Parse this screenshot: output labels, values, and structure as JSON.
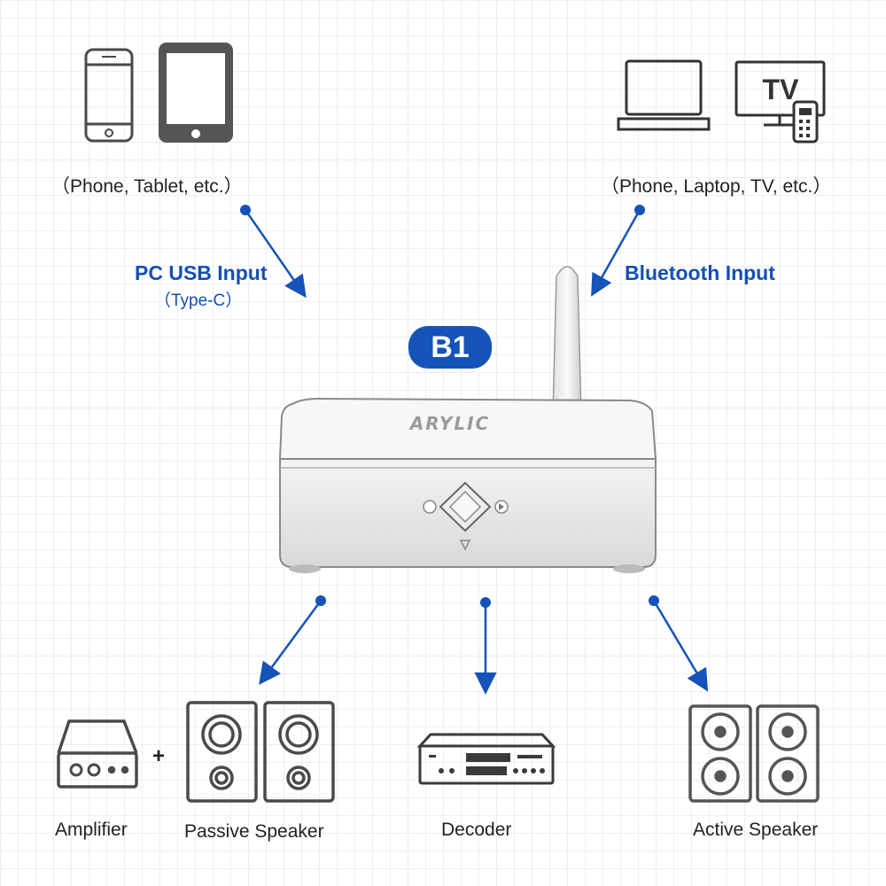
{
  "source_top_left": {
    "caption": "（Phone, Tablet, etc.）"
  },
  "source_top_right": {
    "caption": "（Phone, Laptop, TV, etc.）",
    "tv_text": "TV"
  },
  "inputs": {
    "usb": {
      "label": "PC USB Input",
      "sub": "（Type-C）"
    },
    "bluetooth": {
      "label": "Bluetooth Input"
    }
  },
  "device": {
    "model_badge": "B1",
    "brand_logo": "ARYLIC"
  },
  "outputs": {
    "amplifier": "Amplifier",
    "plus": "+",
    "passive_speaker": "Passive Speaker",
    "decoder": "Decoder",
    "active_speaker": "Active Speaker"
  },
  "colors": {
    "accent": "#1553b8",
    "text": "#222222",
    "icon": "#4a4a4a",
    "grid": "#eceef3"
  }
}
